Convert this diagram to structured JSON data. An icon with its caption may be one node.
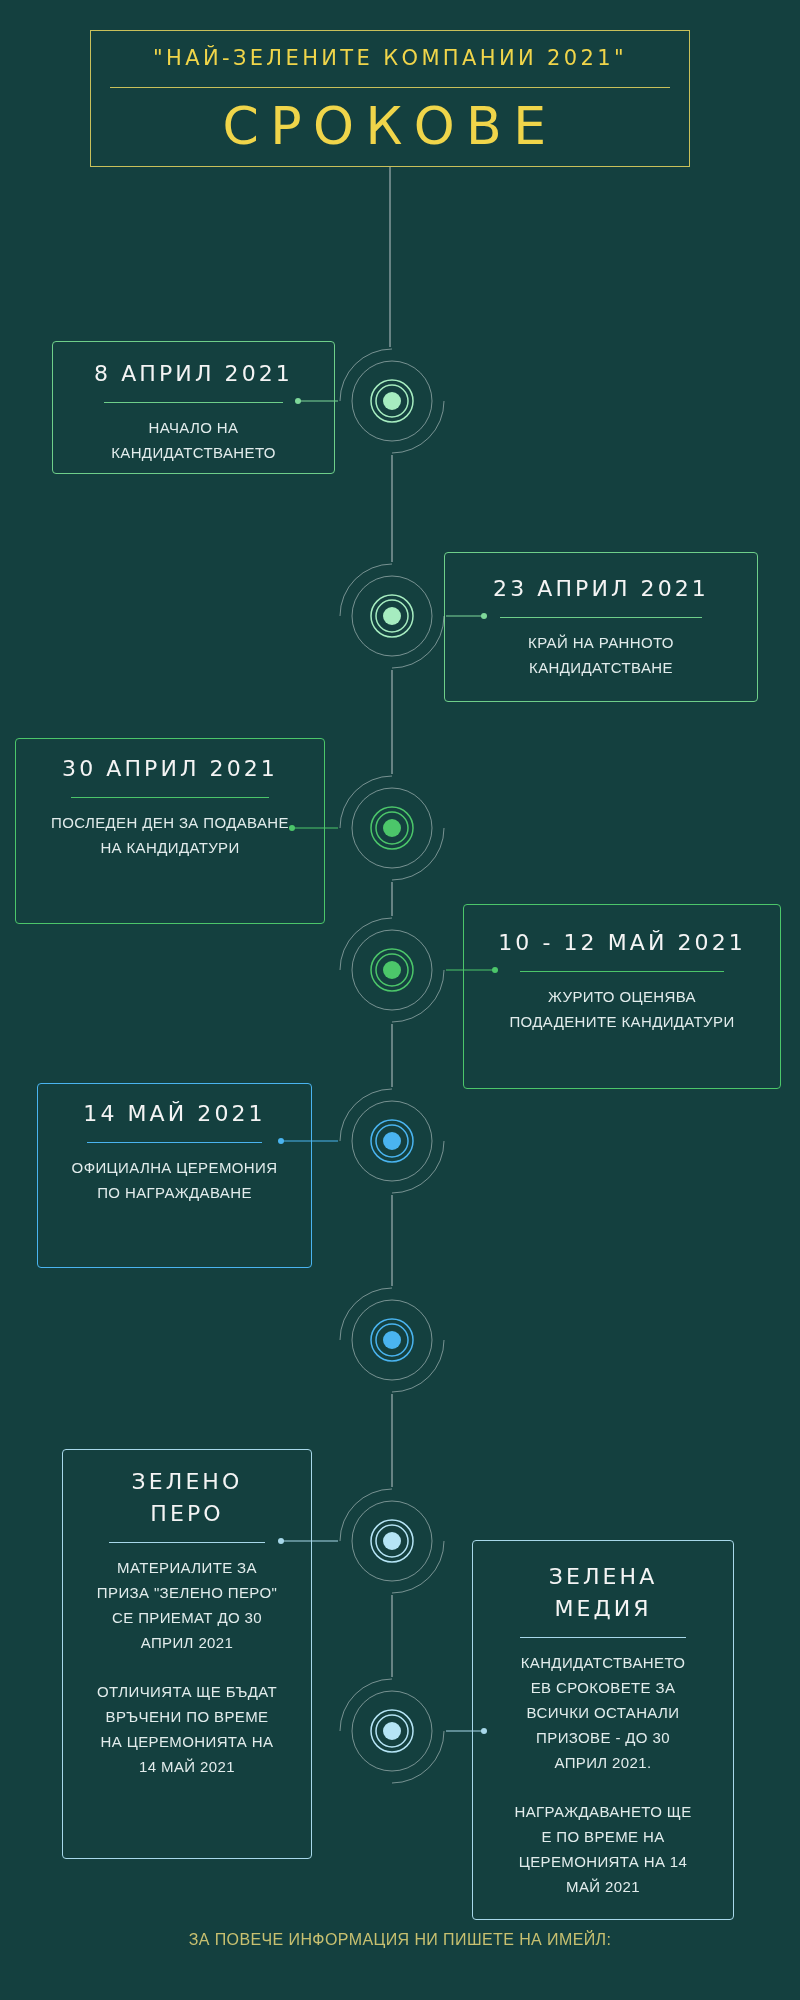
{
  "diagram": {
    "nodes": [
      {
        "text": [
          "\"НАЙ-ЗЕЛЕНИТЕ КОМПАНИИ 2021\"",
          "СРОКОВЕ"
        ]
      },
      {
        "text": [
          "8 АПРИЛ 2021",
          "НАЧАЛО НА КАНДИДАТСТВАНЕТО"
        ]
      },
      {
        "text": [],
        "shape": "circle"
      },
      {
        "text": [
          "23 АПРИЛ 2021",
          "КРАЙ НА РАННОТО КАНДИДАТСТВАНЕ"
        ]
      },
      {
        "text": [],
        "shape": "circle"
      },
      {
        "text": [
          "30 АПРИЛ 2021",
          "ПОСЛЕДЕН ДЕН ЗА ПОДАВАНЕ НА КАНДИДАТУРИ"
        ]
      },
      {
        "text": [],
        "shape": "circle"
      },
      {
        "text": [
          "10 - 12 МАЙ 2021",
          "ЖУРИТО ОЦЕНЯВА ПОДАДЕНИТЕ КАНДИДАТУРИ"
        ]
      },
      {
        "text": [],
        "shape": "circle"
      },
      {
        "text": [
          "14 МАЙ 2021",
          "ОФИЦИАЛНА ЦЕРЕМОНИЯ ПО НАГРАЖДАВАНЕ"
        ]
      },
      {
        "text": [],
        "shape": "circle"
      },
      {
        "text": [],
        "shape": "circle"
      },
      {
        "text": [
          "ЗЕЛЕНО ПЕРО",
          "МАТЕРИАЛИТЕ ЗА ПРИЗА \"ЗЕЛЕНО ПЕРО\" СЕ ПРИЕМАТ ДО 30 АПРИЛ 2021",
          "ОТЛИЧИЯТА ЩЕ БЪДАТ ВРЪЧЕНИ ПО ВРЕМЕ НА ЦЕРЕМОНИЯТА НА 14 МАЙ 2021"
        ]
      },
      {
        "text": [],
        "shape": "circle"
      },
      {
        "text": [
          "ЗЕЛЕНА МЕДИЯ",
          "КАНДИДАТСТВАНЕТО ЕВ СРОКОВЕТЕ ЗА ВСИЧКИ ОСТАНАЛИ ПРИЗОВЕ - ДО 30 АПРИЛ 2021.",
          "НАГРАЖДАВАНЕТО ЩЕ Е ПО ВРЕМЕ НА ЦЕРЕМОНИЯТА НА 14 МАЙ 2021"
        ]
      },
      {
        "text": [],
        "shape": "circle"
      }
    ],
    "edges": [
      {
        "from": 0,
        "to": 2,
        "arrow": "none"
      },
      {
        "from": 2,
        "to": 4,
        "arrow": "none"
      },
      {
        "from": 4,
        "to": 6,
        "arrow": "none"
      },
      {
        "from": 6,
        "to": 8,
        "arrow": "none"
      },
      {
        "from": 8,
        "to": 10,
        "arrow": "none"
      },
      {
        "from": 10,
        "to": 11,
        "arrow": "none"
      },
      {
        "from": 11,
        "to": 13,
        "arrow": "none"
      },
      {
        "from": 13,
        "to": 15,
        "arrow": "none"
      },
      {
        "from": 1,
        "to": 2,
        "arrow": "other",
        "color": "#7fd89a"
      },
      {
        "from": 3,
        "to": 4,
        "arrow": "other",
        "color": "#7fd89a"
      },
      {
        "from": 5,
        "to": 6,
        "arrow": "other",
        "color": "#4cc66a"
      },
      {
        "from": 7,
        "to": 8,
        "arrow": "other",
        "color": "#4cc66a"
      },
      {
        "from": 9,
        "to": 10,
        "arrow": "other",
        "color": "#4ab4f0"
      },
      {
        "from": 12,
        "to": 13,
        "arrow": "other",
        "color": "#a8d8ea"
      },
      {
        "from": 14,
        "to": 15,
        "arrow": "other",
        "color": "#a8d8ea"
      }
    ],
    "labels": [
      "ЗА ПОВЕЧЕ ИНФОРМАЦИЯ НИ ПИШЕТЕ НА ИМЕЙЛ:"
    ]
  }
}
